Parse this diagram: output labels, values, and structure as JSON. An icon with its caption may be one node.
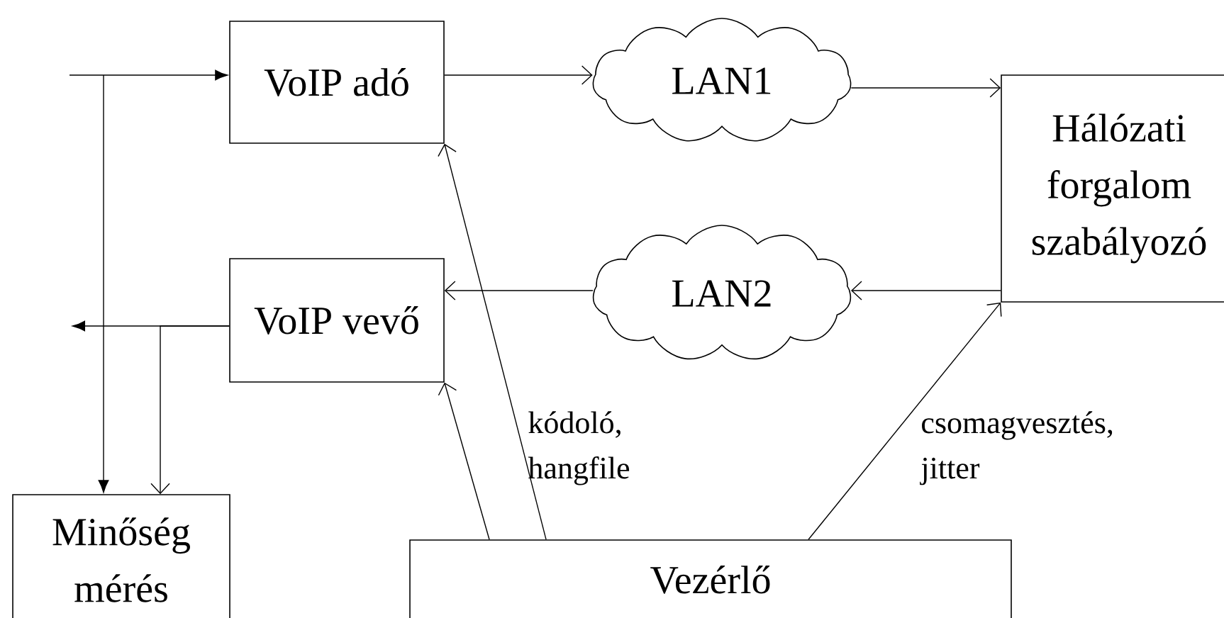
{
  "diagram": {
    "nodes": [
      {
        "text": [
          "VoIP adó"
        ]
      },
      {
        "text": [
          "LAN1"
        ]
      },
      {
        "text": [
          "Hálózati forgalom szabályozó"
        ]
      },
      {
        "text": [
          "LAN2"
        ]
      },
      {
        "text": [
          "VoIP vevő"
        ]
      },
      {
        "text": [
          "Minőség mérés"
        ]
      },
      {
        "text": [
          "Vezérlő"
        ]
      }
    ],
    "edges": [
      {
        "from": null,
        "to": 0,
        "arrow": "to"
      },
      {
        "from": 0,
        "to": 1,
        "arrow": "to"
      },
      {
        "from": 1,
        "to": 2,
        "arrow": "to"
      },
      {
        "from": 2,
        "to": 3,
        "arrow": "to"
      },
      {
        "from": 3,
        "to": 4,
        "arrow": "to"
      },
      {
        "from": 4,
        "to": null,
        "arrow": "to"
      },
      {
        "from": null,
        "to": 5,
        "arrow": "to"
      },
      {
        "from": 4,
        "to": 5,
        "arrow": "to"
      },
      {
        "from": 6,
        "to": 4,
        "arrow": "to"
      },
      {
        "from": 6,
        "to": 0,
        "arrow": "to",
        "label": "kódoló, hangfile"
      },
      {
        "from": 6,
        "to": 2,
        "arrow": "to",
        "label": "csomagvesztés, jitter"
      }
    ]
  }
}
